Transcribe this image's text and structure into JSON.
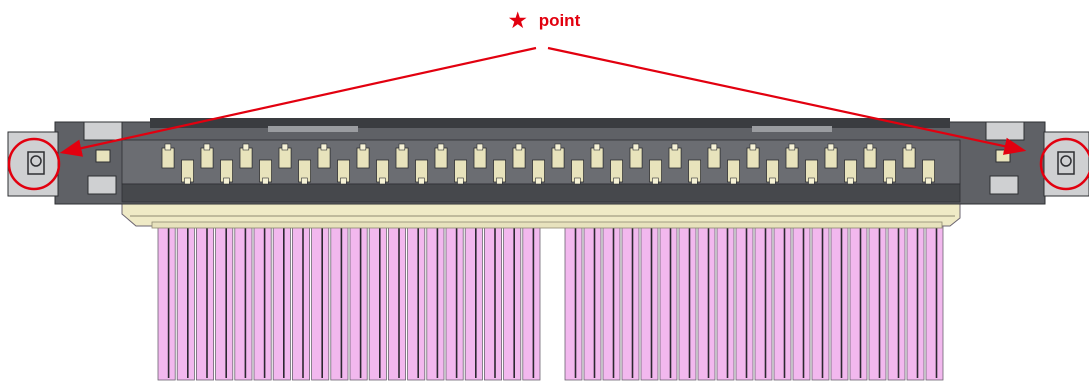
{
  "callout": {
    "star": "★",
    "label": "point",
    "color": "#e2000f"
  },
  "colors": {
    "housing": "#5f6166",
    "housing_dark": "#3a3c40",
    "tab_metal": "#cfd0d2",
    "contact": "#e8e3bc",
    "shell": "#efeac6",
    "pin": "#f2b8ee",
    "pin_line": "#6b6470"
  },
  "diagram": {
    "contact_count": 40,
    "pin_count_left": 20,
    "pin_count_right": 20
  }
}
